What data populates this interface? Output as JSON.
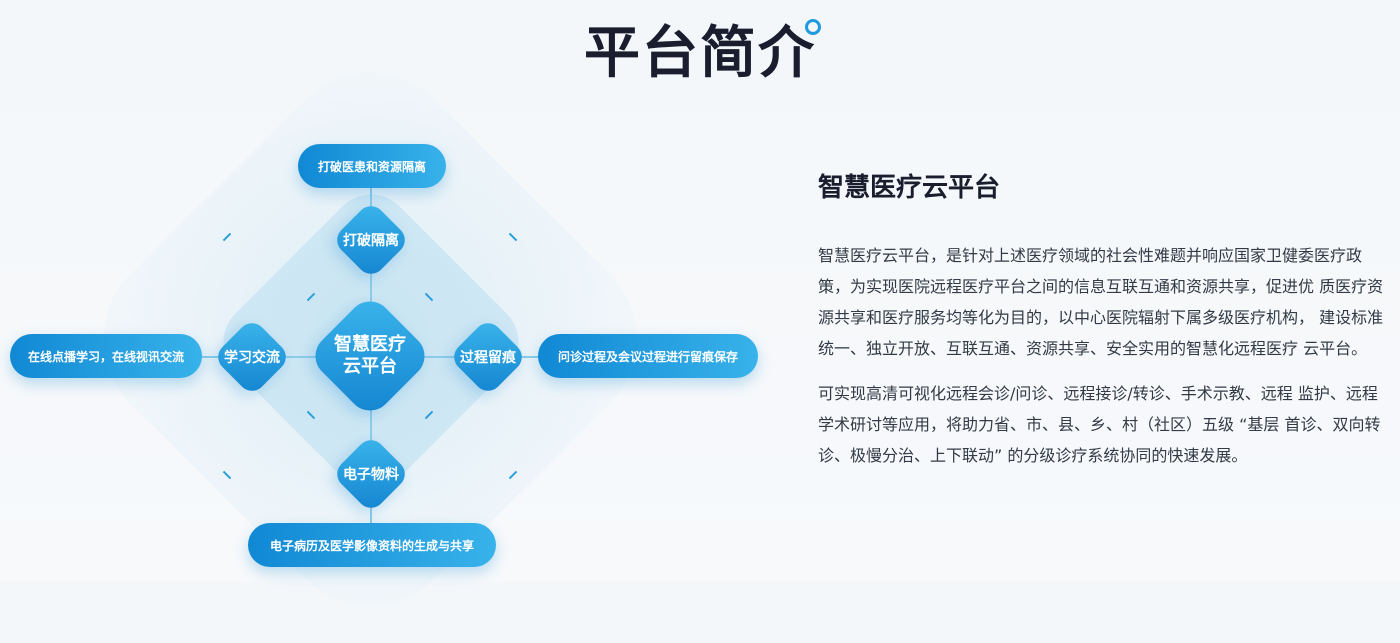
{
  "header": {
    "title": "平台简介"
  },
  "diagram": {
    "center": "智慧医疗云平台",
    "nodes": {
      "top": "打破隔离",
      "left": "学习交流",
      "right": "过程留痕",
      "bottom": "电子物料"
    },
    "pills": {
      "top": "打破医患和资源隔离",
      "left": "在线点播学习，在线视讯交流",
      "right": "问诊过程及会议过程进行留痕保存",
      "bottom": "电子病历及医学影像资料的生成与共享"
    }
  },
  "panel": {
    "title": "智慧医疗云平台",
    "paragraphs": [
      "智慧医疗云平台，是针对上述医疗领域的社会性难题并响应国家卫健委医疗政策，为实现医院远程医疗平台之间的信息互联互通和资源共享，促进优 质医疗资源共享和医疗服务均等化为目的，以中心医院辐射下属多级医疗机构， 建设标准统一、独立开放、互联互通、资源共享、安全实用的智慧化远程医疗 云平台。",
      "可实现高清可视化远程会诊/问诊、远程接诊/转诊、手术示教、远程 监护、远程学术研讨等应用，将助力省、市、县、乡、村（社区）五级 “基层 首诊、双向转诊、极慢分治、上下联动” 的分级诊疗系统协同的快速发展。"
    ]
  },
  "colors": {
    "accent": "#1e9be0",
    "title": "#1a1d2e",
    "body_text": "#333a45"
  }
}
